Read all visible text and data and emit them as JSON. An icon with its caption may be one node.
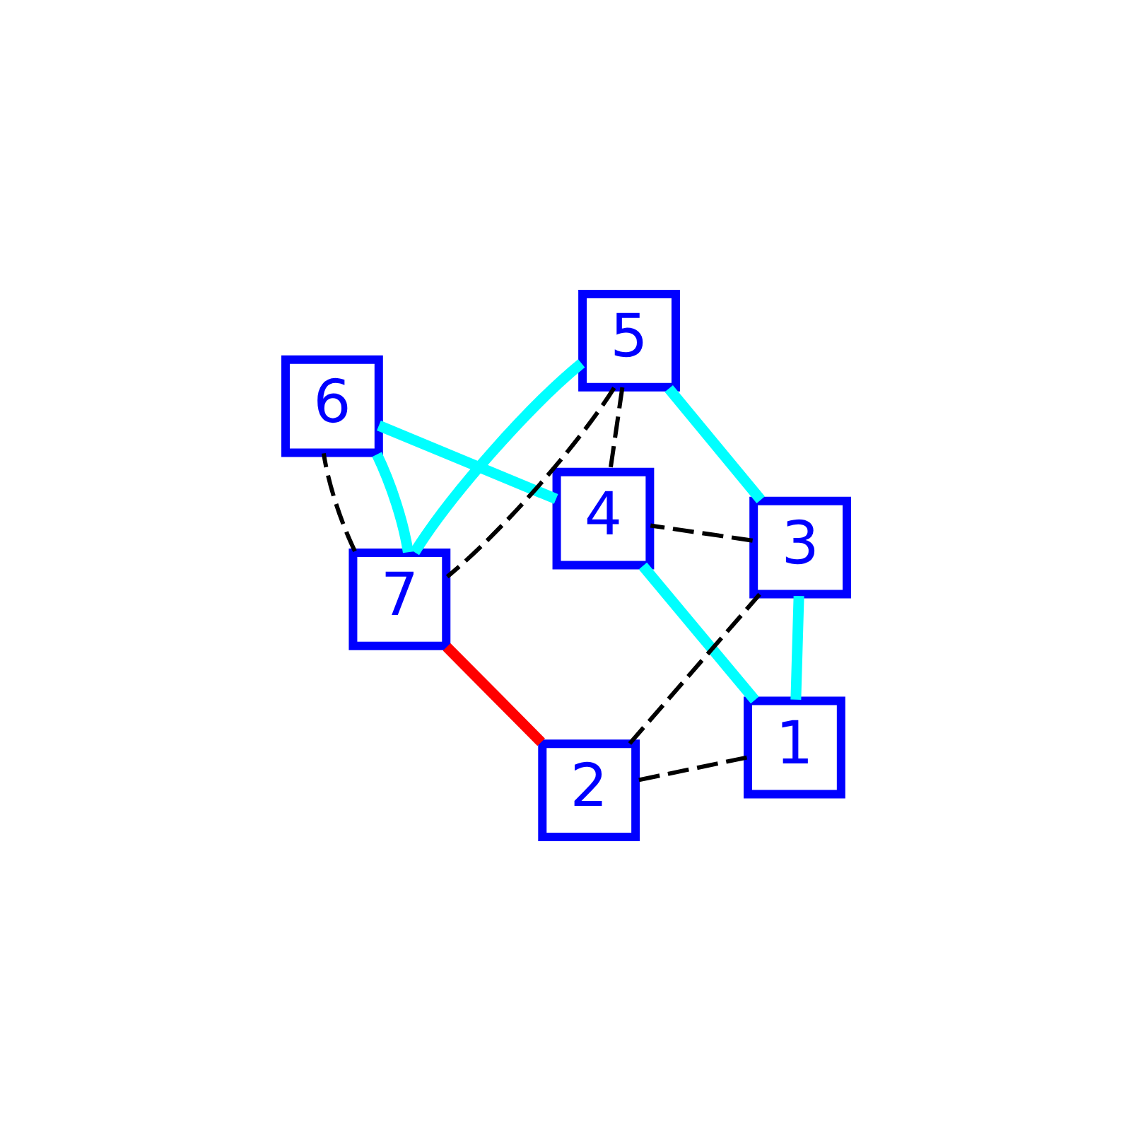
{
  "diagram": {
    "nodes": [
      {
        "text": [
          "1"
        ]
      },
      {
        "text": [
          "2"
        ]
      },
      {
        "text": [
          "3"
        ]
      },
      {
        "text": [
          "4"
        ]
      },
      {
        "text": [
          "5"
        ]
      },
      {
        "text": [
          "6"
        ]
      },
      {
        "text": [
          "7"
        ]
      }
    ],
    "edges": [
      {
        "from": 4,
        "to": 2,
        "arrow": "none",
        "color": "#00ffff"
      },
      {
        "from": 2,
        "to": 0,
        "arrow": "none",
        "color": "#00ffff"
      },
      {
        "from": 0,
        "to": 3,
        "arrow": "none",
        "color": "#00ffff"
      },
      {
        "from": 3,
        "to": 5,
        "arrow": "none",
        "color": "#00ffff"
      },
      {
        "from": 5,
        "to": 6,
        "arrow": "none",
        "color": "#00ffff"
      },
      {
        "from": 6,
        "to": 4,
        "arrow": "none",
        "color": "#00ffff"
      },
      {
        "from": 1,
        "to": 6,
        "arrow": "none",
        "color": "#ff0000"
      },
      {
        "from": 0,
        "to": 1,
        "arrow": "none",
        "style": "dashed",
        "color": "#000000"
      },
      {
        "from": 1,
        "to": 2,
        "arrow": "none",
        "style": "dashed",
        "color": "#000000"
      },
      {
        "from": 2,
        "to": 3,
        "arrow": "none",
        "style": "dashed",
        "color": "#000000"
      },
      {
        "from": 4,
        "to": 3,
        "arrow": "none",
        "style": "dashed",
        "color": "#000000"
      },
      {
        "from": 4,
        "to": 6,
        "arrow": "none",
        "style": "dashed",
        "color": "#000000"
      },
      {
        "from": 6,
        "to": 5,
        "arrow": "none",
        "style": "dashed",
        "color": "#000000"
      }
    ]
  }
}
